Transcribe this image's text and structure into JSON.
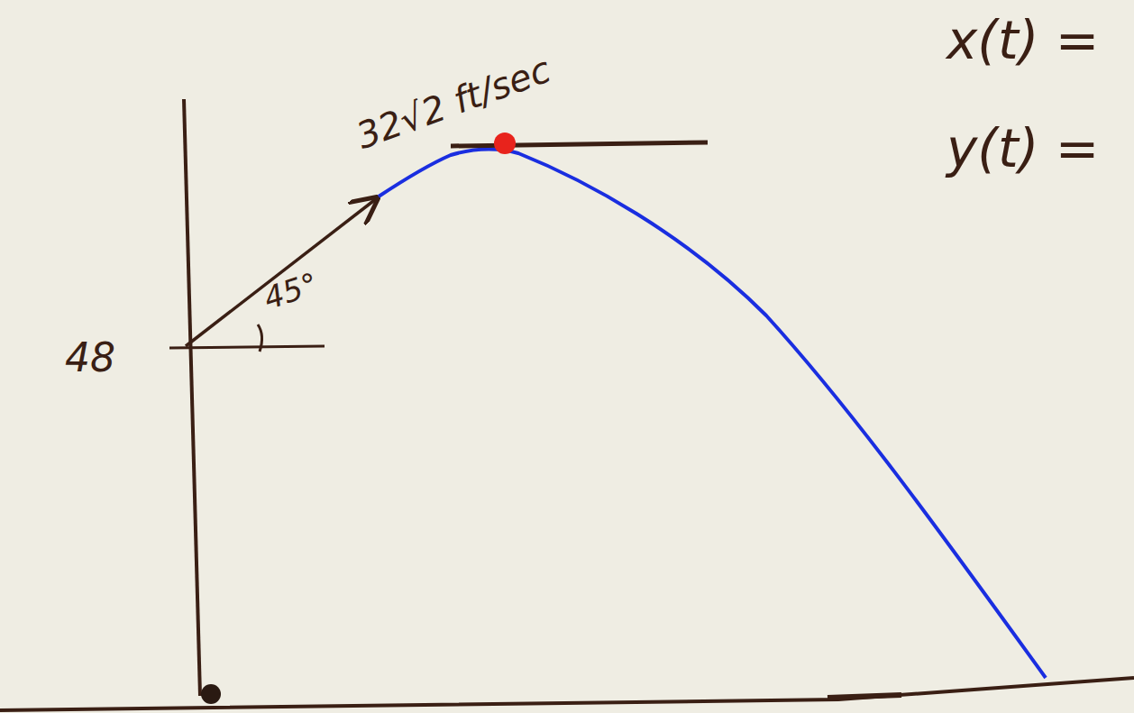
{
  "diagram": {
    "labels": [
      "32√2 ft/sec",
      "45°",
      "48",
      "x(t) =",
      "y(t) ="
    ]
  }
}
